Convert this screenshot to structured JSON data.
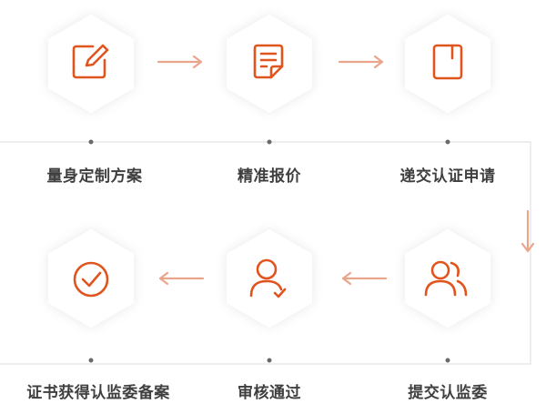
{
  "steps": [
    {
      "label": "量身定制方案",
      "icon": "edit-icon"
    },
    {
      "label": "精准报价",
      "icon": "document-icon"
    },
    {
      "label": "递交认证申请",
      "icon": "notebook-icon"
    },
    {
      "label": "提交认监委",
      "icon": "users-icon"
    },
    {
      "label": "审核通过",
      "icon": "user-check-icon"
    },
    {
      "label": "证书获得认监委备案",
      "icon": "check-circle-icon"
    }
  ],
  "colors": {
    "icon": "#e0541e",
    "arrow": "#eaa58c",
    "line": "#dcdcdc",
    "dot": "#6a6a6a",
    "hexagon": "#ffffff",
    "text": "#3f3f3f"
  }
}
